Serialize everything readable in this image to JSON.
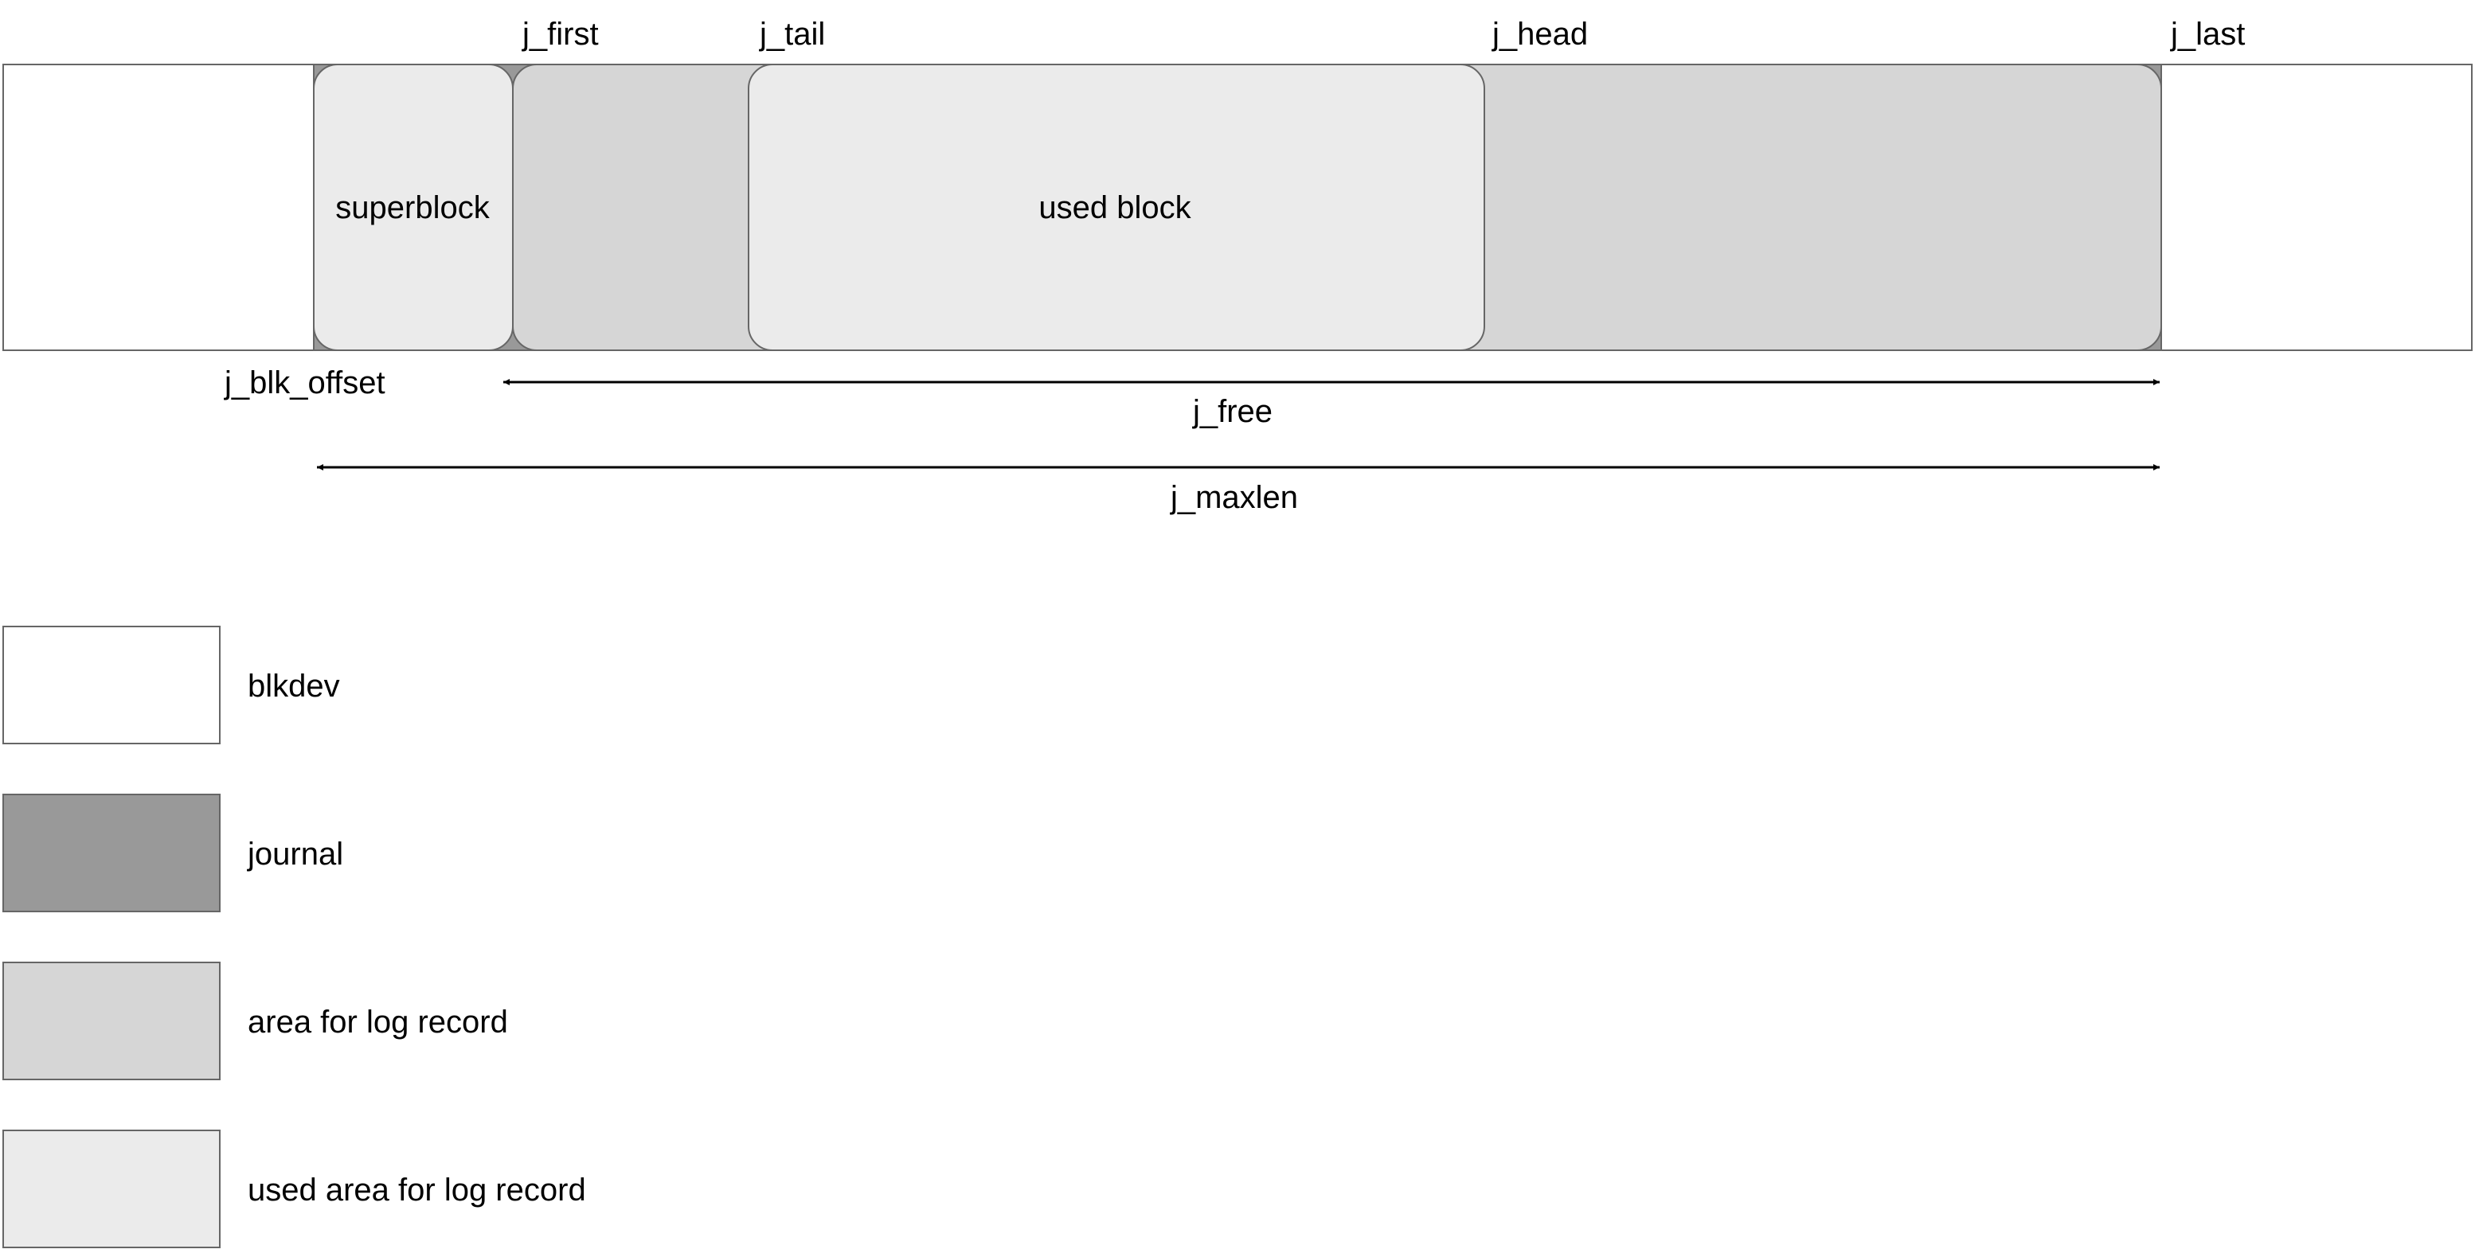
{
  "diagram": {
    "pointers": {
      "j_first": "j_first",
      "j_tail": "j_tail",
      "j_head": "j_head",
      "j_last": "j_last",
      "j_blk_offset": "j_blk_offset"
    },
    "blocks": {
      "superblock": "superblock",
      "used_block": "used block"
    },
    "spans": {
      "j_free": "j_free",
      "j_maxlen": "j_maxlen"
    }
  },
  "legend": {
    "items": [
      {
        "label": "blkdev",
        "color": "#ffffff"
      },
      {
        "label": "journal",
        "color": "#999999"
      },
      {
        "label": "area for log record",
        "color": "#d6d6d6"
      },
      {
        "label": "used area for log record",
        "color": "#ebebeb"
      }
    ]
  },
  "colors": {
    "stroke": "#666666",
    "arrow": "#000000"
  }
}
